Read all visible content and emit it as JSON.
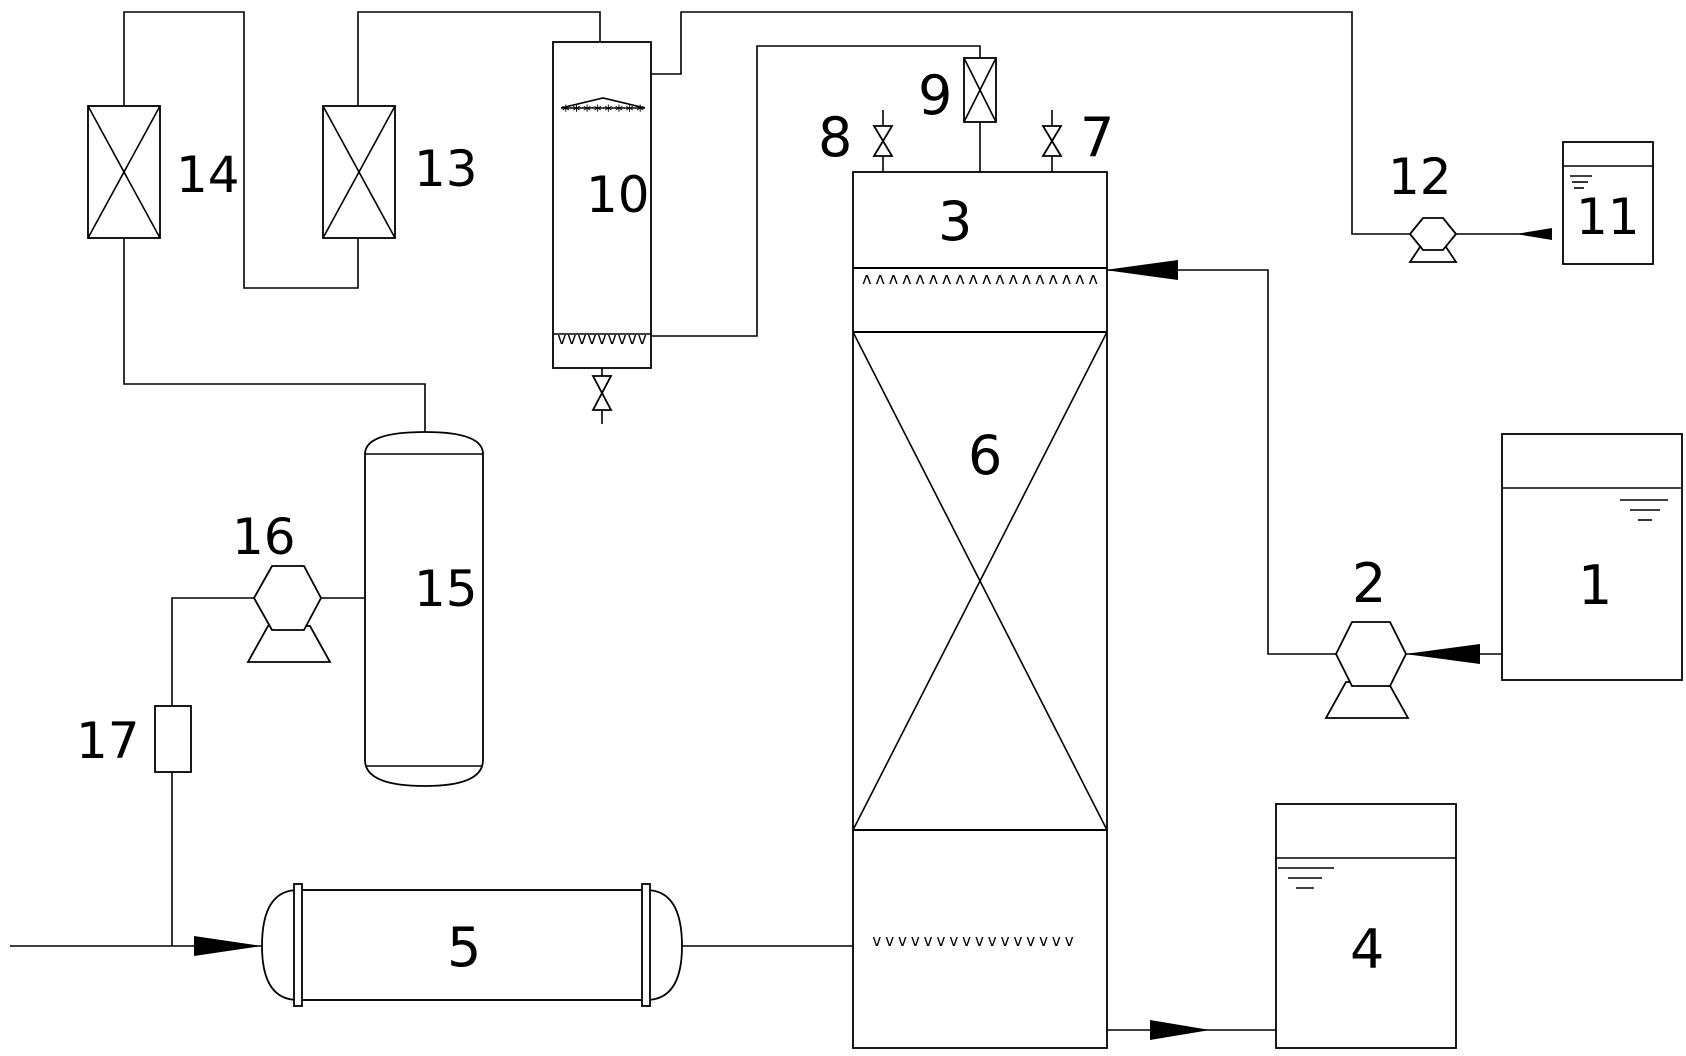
{
  "labels": {
    "n1": "1",
    "n2": "2",
    "n3": "3",
    "n4": "4",
    "n5": "5",
    "n6": "6",
    "n7": "7",
    "n8": "8",
    "n9": "9",
    "n10": "10",
    "n11": "11",
    "n12": "12",
    "n13": "13",
    "n14": "14",
    "n15": "15",
    "n16": "16",
    "n17": "17"
  },
  "colors": {
    "stroke": "#000000",
    "background": "#ffffff"
  }
}
